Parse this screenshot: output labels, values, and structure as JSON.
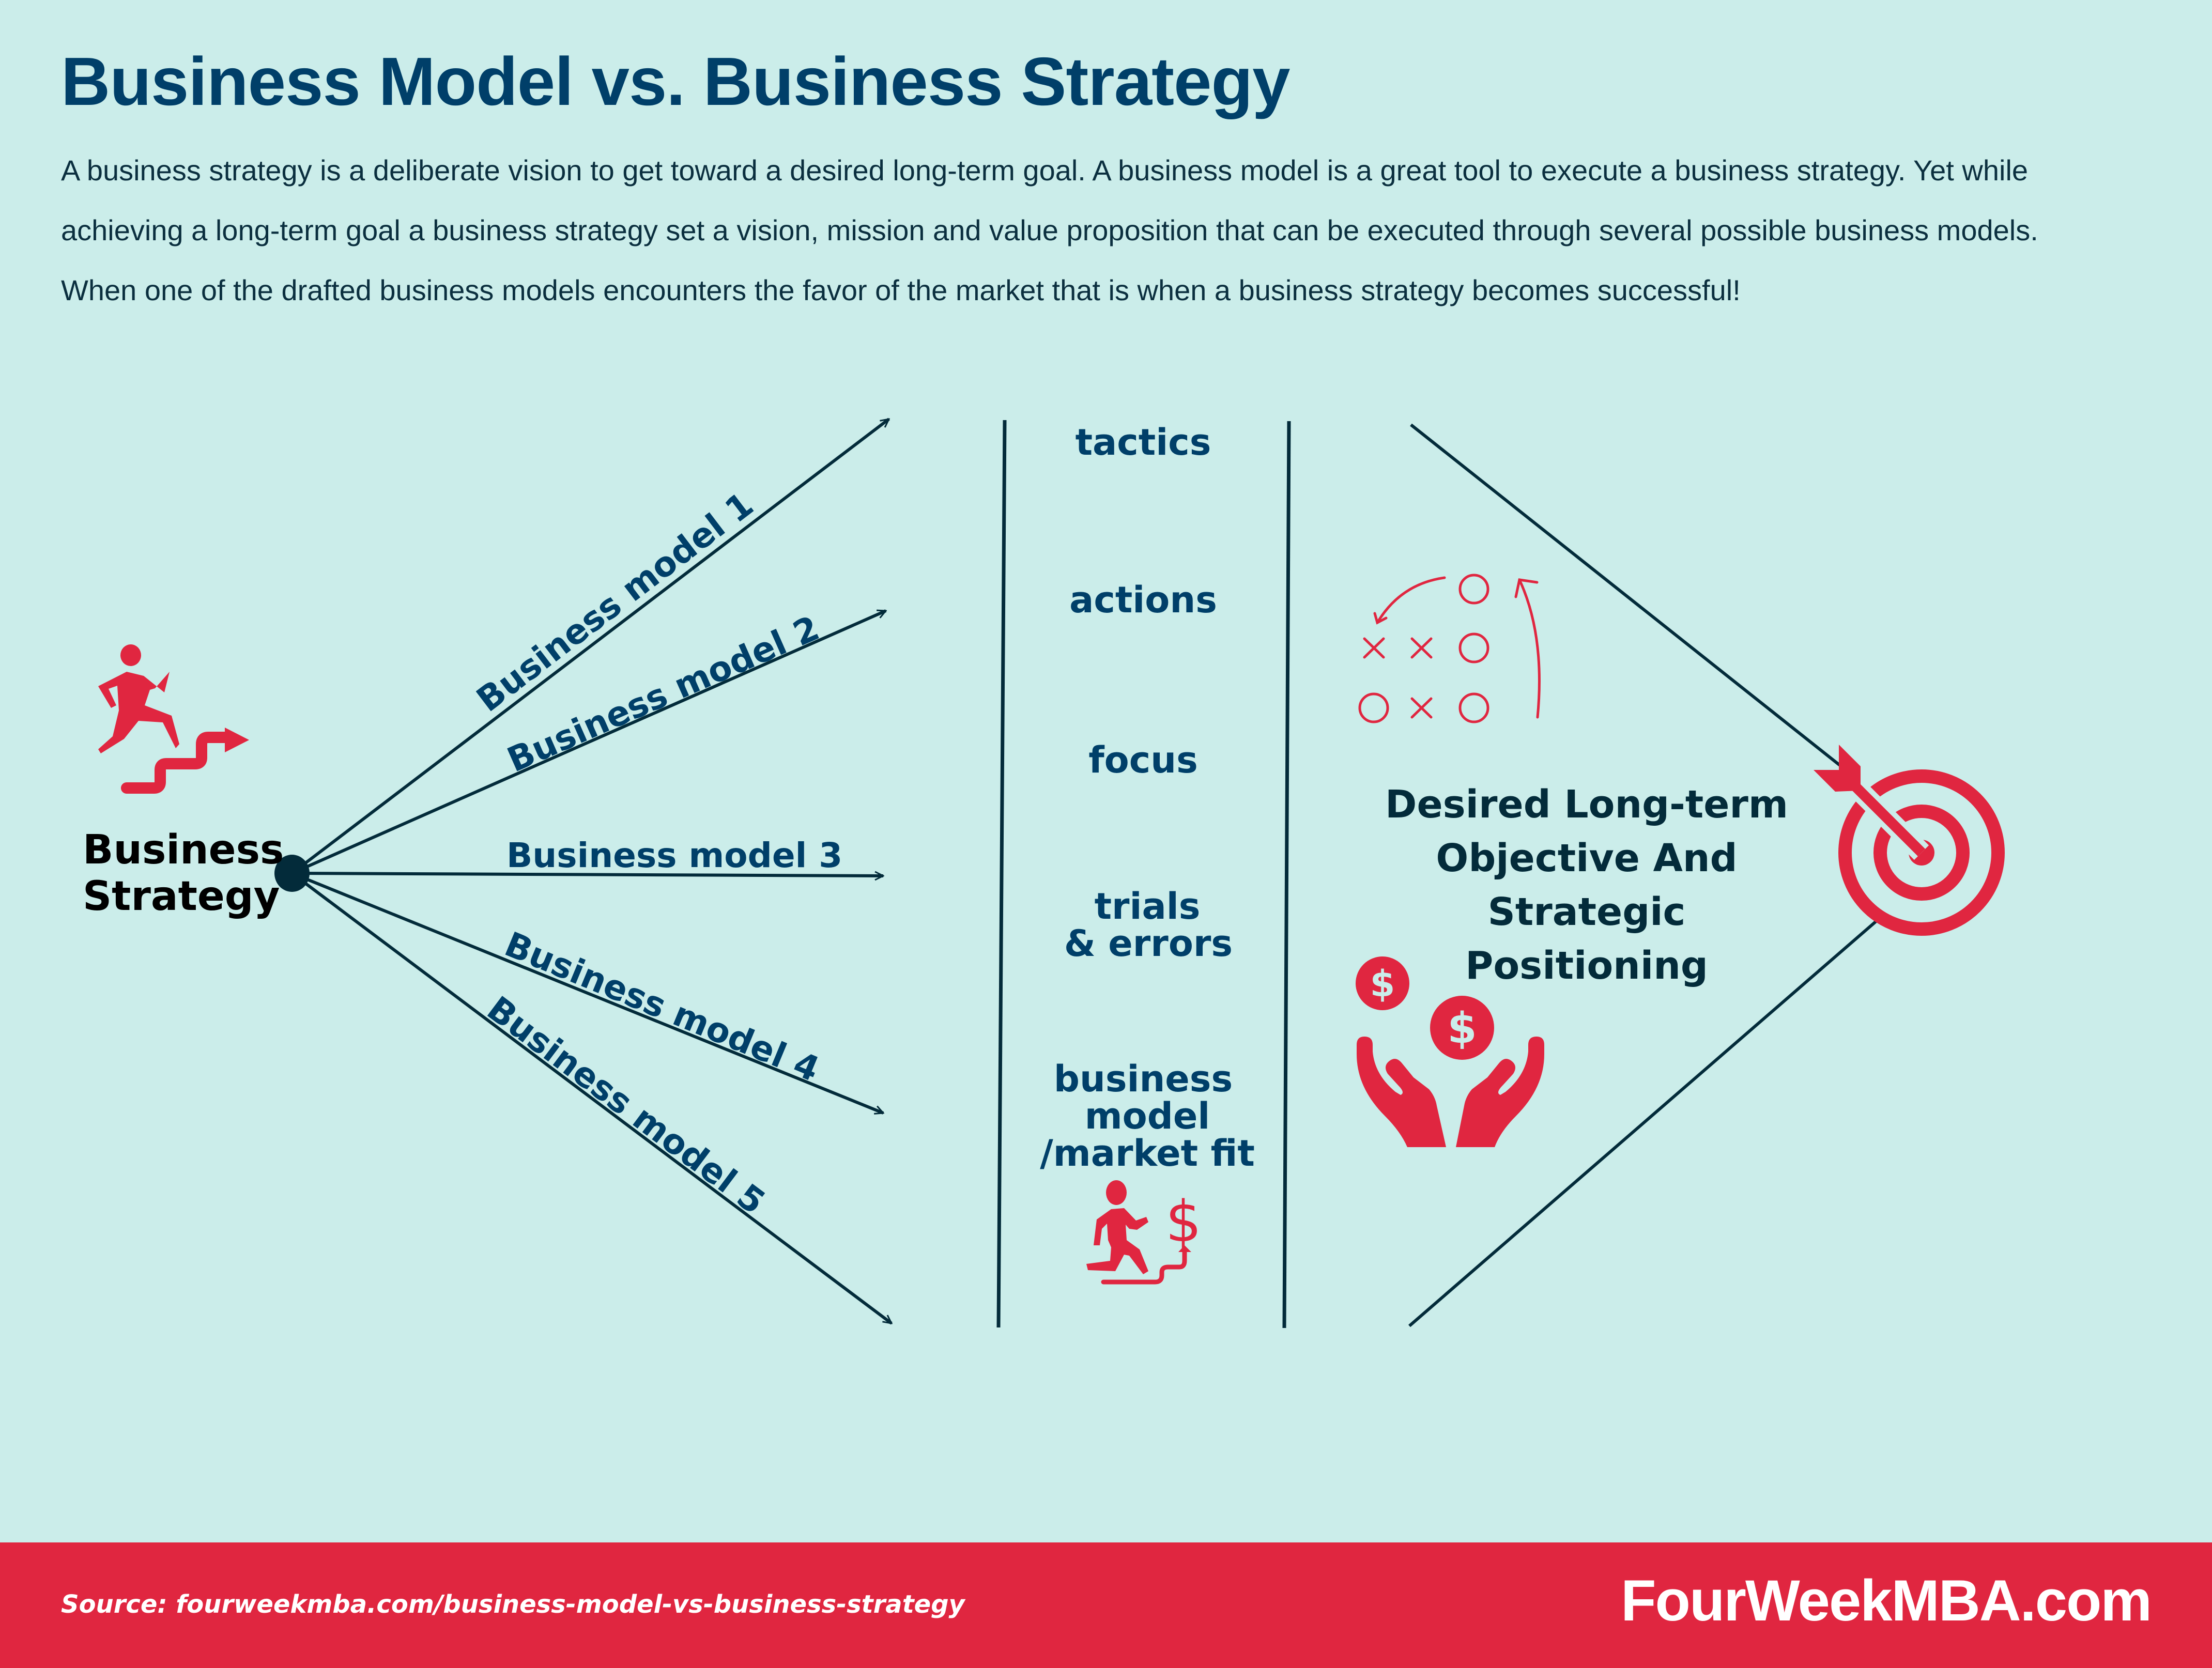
{
  "header": {
    "title": "Business Model vs. Business Strategy",
    "intro_lines": [
      "A business strategy is a deliberate vision to get toward a desired long-term goal. A business model is a great tool to execute a business strategy. Yet while",
      "achieving a long-term goal a business strategy set a vision, mission and value proposition that can be executed through several possible business models.",
      "When one of the drafted business models encounters the favor of the market that is when a business strategy becomes successful!"
    ]
  },
  "origin": {
    "label_line1": "Business",
    "label_line2": "Strategy",
    "icon": "person-climbing-stairs-icon"
  },
  "business_models": [
    {
      "label": "Business model 1"
    },
    {
      "label": "Business model 2"
    },
    {
      "label": "Business model 3"
    },
    {
      "label": "Business model 4"
    },
    {
      "label": "Business model 5"
    }
  ],
  "middle_column": {
    "items": [
      {
        "lines": [
          "tactics"
        ]
      },
      {
        "lines": [
          "actions"
        ]
      },
      {
        "lines": [
          "focus"
        ]
      },
      {
        "lines": [
          "trials",
          "& errors"
        ]
      },
      {
        "lines": [
          "business",
          "model",
          "/market fit"
        ]
      }
    ],
    "icon": "person-running-to-money-icon"
  },
  "goal": {
    "line1": "Desired Long-term",
    "line2": "Objective And Strategic",
    "line3": "Positioning",
    "icons": [
      "strategy-playbook-icon",
      "hands-with-coins-icon",
      "target-arrow-icon"
    ],
    "coin_symbol": "$"
  },
  "footer": {
    "source": "Source: fourweekmba.com/business-model-vs-business-strategy",
    "brand": "FourWeekMBA.com"
  },
  "colors": {
    "background": "#CBEDEA",
    "title": "#003F69",
    "accent_red": "#E02640",
    "line_dark": "#032B3A"
  }
}
